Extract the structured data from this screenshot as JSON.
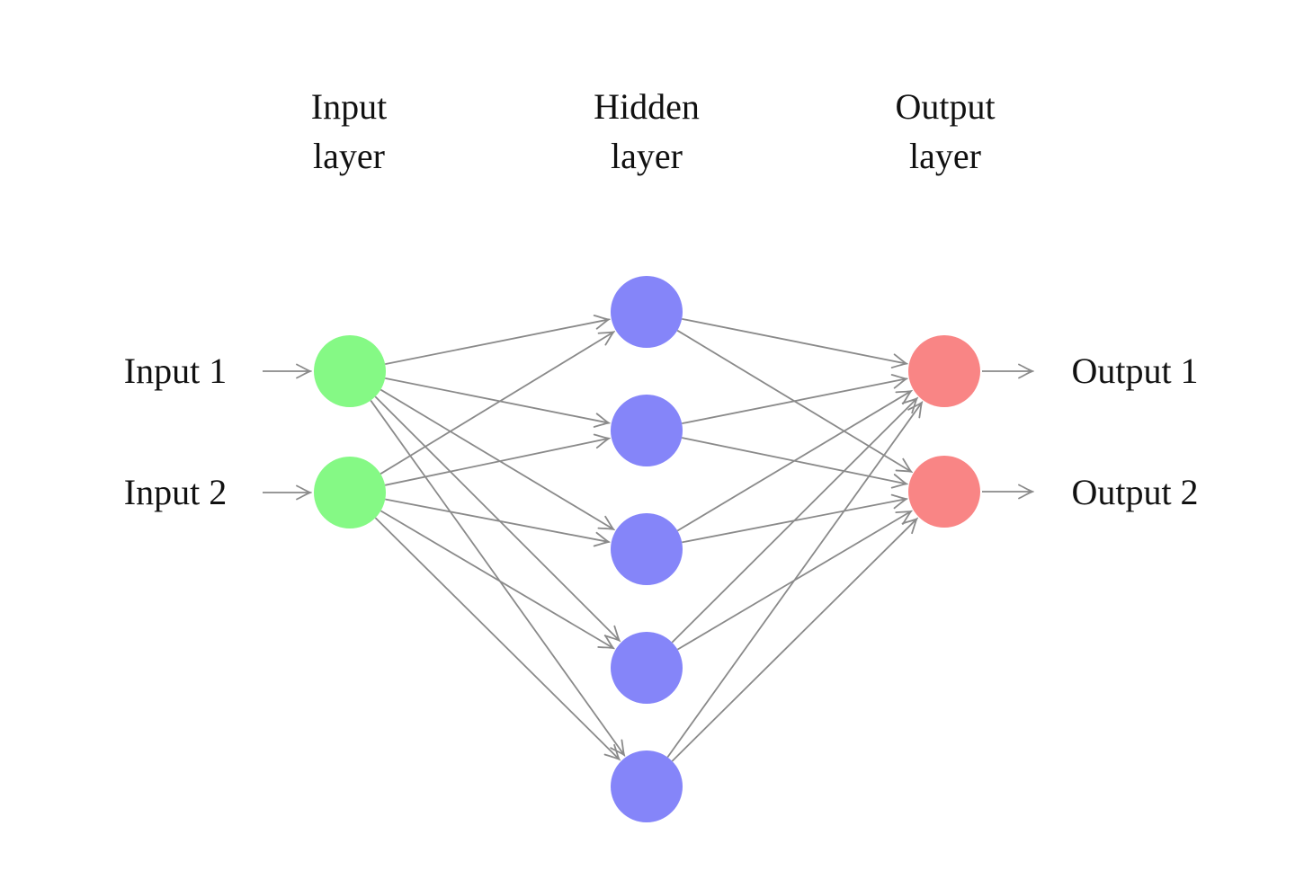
{
  "diagram": {
    "headers": [
      {
        "line1": "Input",
        "line2": "layer"
      },
      {
        "line1": "Hidden",
        "line2": "layer"
      },
      {
        "line1": "Output",
        "line2": "layer"
      }
    ],
    "inputs": [
      "Input 1",
      "Input 2"
    ],
    "outputs": [
      "Output 1",
      "Output 2"
    ],
    "colors": {
      "input_node": "#85F985",
      "hidden_node": "#8585F9",
      "output_node": "#F98585",
      "edge": "#8A8A8A",
      "text": "#111111"
    },
    "network": {
      "type": "feedforward-neural-network",
      "layers": [
        {
          "name": "input",
          "count": 2
        },
        {
          "name": "hidden",
          "count": 5
        },
        {
          "name": "output",
          "count": 2
        }
      ],
      "connections": "fully-connected-between-consecutive-layers"
    }
  }
}
